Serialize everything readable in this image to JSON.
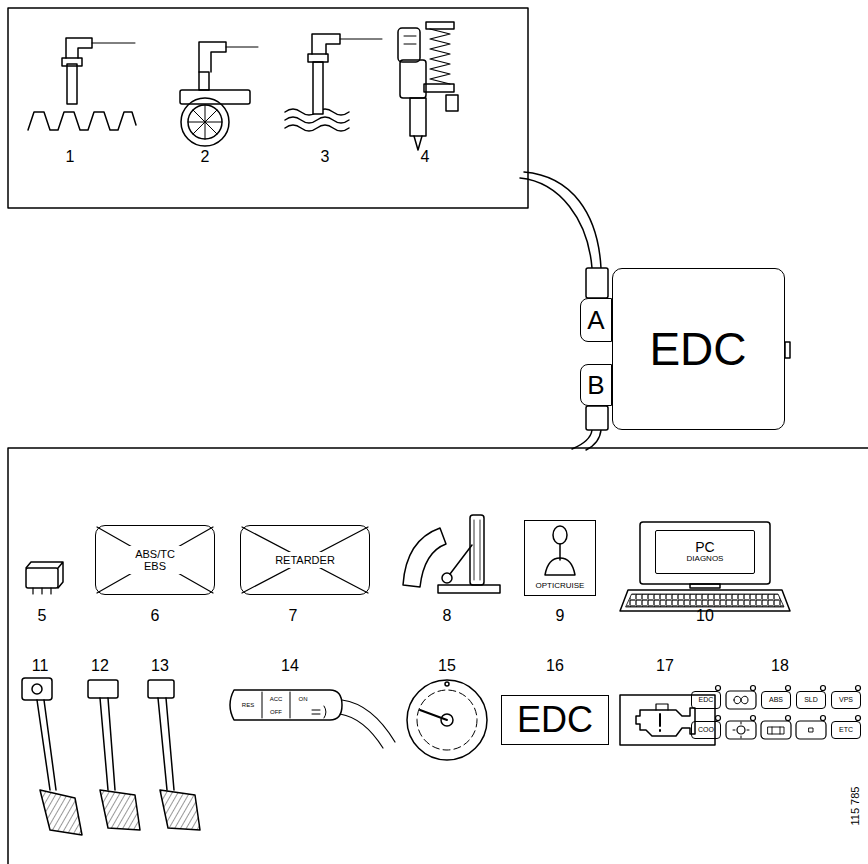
{
  "diagram": {
    "nodes": [
      {
        "text": [
          "EDC"
        ]
      },
      {
        "text": [
          "A"
        ]
      },
      {
        "text": [
          "B"
        ]
      },
      {
        "text": [
          "ABS/TC EBS"
        ]
      },
      {
        "text": [
          "RETARDER"
        ]
      },
      {
        "text": [
          "OPTICRUISE"
        ]
      },
      {
        "text": [
          "PC",
          "DIAGNOS"
        ]
      },
      {
        "text": [
          "EDC"
        ]
      },
      {
        "text": [
          "EDC"
        ]
      },
      {
        "text": [
          "ABS"
        ]
      },
      {
        "text": [
          "SLD"
        ]
      },
      {
        "text": [
          "VPS"
        ]
      },
      {
        "text": [
          "COO"
        ]
      },
      {
        "text": [
          "ETC"
        ]
      }
    ],
    "labels": [
      "1",
      "2",
      "3",
      "4",
      "5",
      "6",
      "7",
      "8",
      "9",
      "10",
      "11",
      "12",
      "13",
      "14",
      "15",
      "16",
      "17",
      "18",
      "RES",
      "ACC",
      "OFF",
      "ON",
      "115 785"
    ]
  }
}
